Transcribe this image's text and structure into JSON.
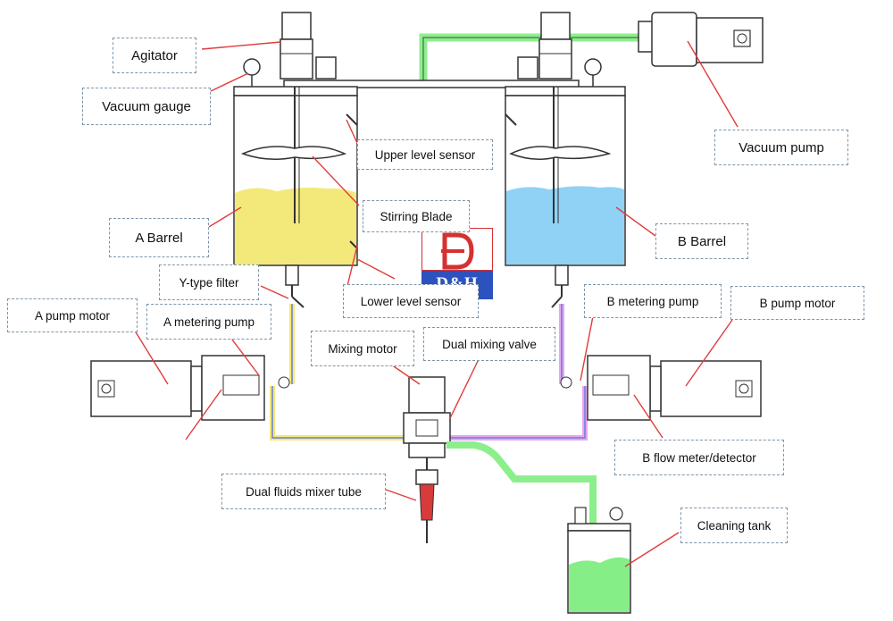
{
  "labels": {
    "agitator": "Agitator",
    "vacuum_gauge": "Vacuum gauge",
    "upper_level_sensor": "Upper level sensor",
    "vacuum_pump": "Vacuum pump",
    "stirring_blade": "Stirring Blade",
    "a_barrel": "A Barrel",
    "b_barrel": "B Barrel",
    "y_type_filter": "Y-type filter",
    "lower_level_sensor": "Lower level sensor",
    "a_pump_motor": "A pump motor",
    "a_metering_pump": "A metering pump",
    "b_metering_pump": "B metering pump",
    "b_pump_motor": "B pump motor",
    "mixing_motor": "Mixing motor",
    "dual_mixing_valve": "Dual mixing valve",
    "b_flow_meter": "B flow meter/detector",
    "dual_fluids_mixer_tube": "Dual fluids mixer tube",
    "cleaning_tank": "Cleaning tank"
  },
  "logo": {
    "mark": "D",
    "text": "D&H"
  },
  "colors": {
    "fluid_a": "#f3e97a",
    "fluid_b": "#8fd2f5",
    "cleaning_fluid": "#86ee86",
    "pointer": "#e03c3c",
    "logo_red": "#d63030",
    "logo_blue": "#2c52c0",
    "label_border": "#7d95a8"
  }
}
